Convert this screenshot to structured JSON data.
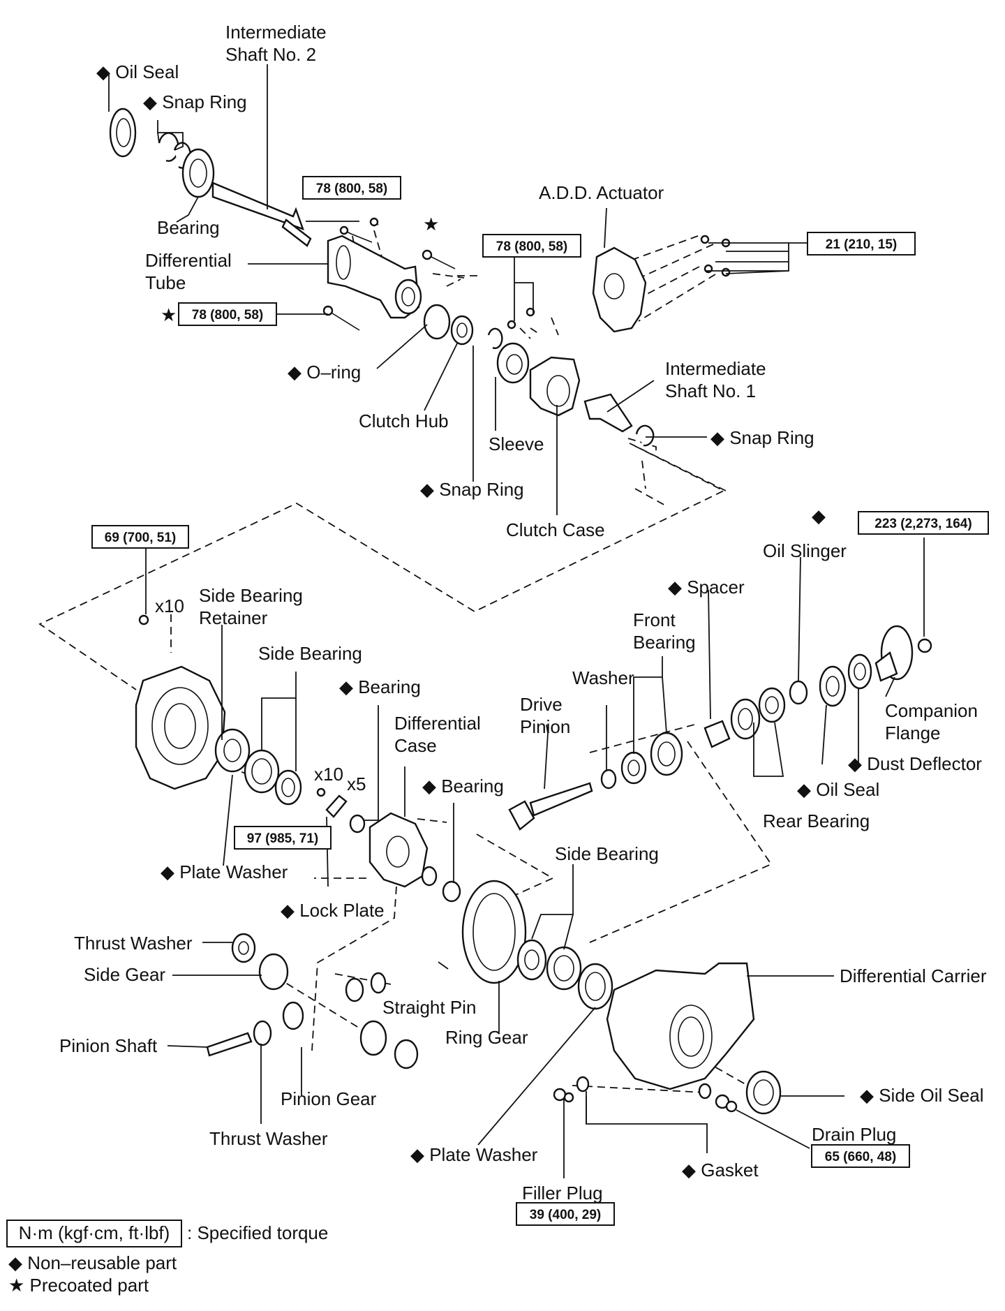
{
  "labels": {
    "oil_seal_top": "◆ Oil Seal",
    "intermediate_shaft_2_l1": "Intermediate",
    "intermediate_shaft_2_l2": "Shaft No. 2",
    "snap_ring_top": "◆ Snap Ring",
    "bearing_top": "Bearing",
    "differential_tube_l1": "Differential",
    "differential_tube_l2": "Tube",
    "add_actuator": "A.D.D. Actuator",
    "o_ring": "◆ O–ring",
    "clutch_hub": "Clutch Hub",
    "sleeve": "Sleeve",
    "intermediate_shaft_1_l1": "Intermediate",
    "intermediate_shaft_1_l2": "Shaft No. 1",
    "snap_ring_right": "◆ Snap Ring",
    "snap_ring_mid": "◆ Snap Ring",
    "clutch_case": "Clutch Case",
    "oil_slinger": "Oil Slinger",
    "spacer": "◆ Spacer",
    "front_bearing_l1": "Front",
    "front_bearing_l2": "Bearing",
    "washer": "Washer",
    "companion_flange_l1": "Companion",
    "companion_flange_l2": "Flange",
    "dust_deflector": "◆ Dust Deflector",
    "oil_seal_right": "◆ Oil Seal",
    "rear_bearing": "Rear Bearing",
    "drive_pinion_l1": "Drive",
    "drive_pinion_l2": "Pinion",
    "side_bearing_retainer_l1": "Side Bearing",
    "side_bearing_retainer_l2": "Retainer",
    "side_bearing_upper": "Side Bearing",
    "bearing_mid": "◆ Bearing",
    "differential_case_l1": "Differential",
    "differential_case_l2": "Case",
    "bearing_case": "◆ Bearing",
    "qty_x10_top": "x10",
    "qty_x10_mid": "x10",
    "qty_x5": "x5",
    "plate_washer_left": "◆ Plate Washer",
    "lock_plate": "◆ Lock Plate",
    "side_bearing_lower": "Side Bearing",
    "thrust_washer_upper": "Thrust Washer",
    "side_gear": "Side Gear",
    "differential_carrier": "Differential Carrier",
    "straight_pin": "Straight Pin",
    "ring_gear": "Ring Gear",
    "pinion_shaft": "Pinion Shaft",
    "pinion_gear": "Pinion Gear",
    "thrust_washer_lower": "Thrust Washer",
    "side_oil_seal": "◆ Side Oil Seal",
    "drain_plug": "Drain Plug",
    "plate_washer_bottom": "◆ Plate Washer",
    "gasket": "◆ Gasket",
    "filler_plug": "Filler Plug"
  },
  "torque": {
    "tube_bolt": "78 (800, 58)",
    "tube_bolt_precoated": "78 (800, 58)",
    "clutch_case_bolt": "78 (800, 58)",
    "actuator_bolt": "21 (210, 15)",
    "retainer_bolt": "69 (700, 51)",
    "companion_nut": "223 (2,273, 164)",
    "lock_plate_bolt": "97 (985, 71)",
    "drain_plug": "65 (660, 48)",
    "filler_plug": "39 (400, 29)"
  },
  "symbols": {
    "star_top": "★",
    "star_left": "★",
    "diamond_nut": "◆"
  },
  "legend": {
    "torque_unit": "N·m (kgf·cm, ft·lbf)",
    "torque_desc": ": Specified torque",
    "non_reusable": "◆ Non–reusable part",
    "precoated": "★ Precoated part"
  }
}
